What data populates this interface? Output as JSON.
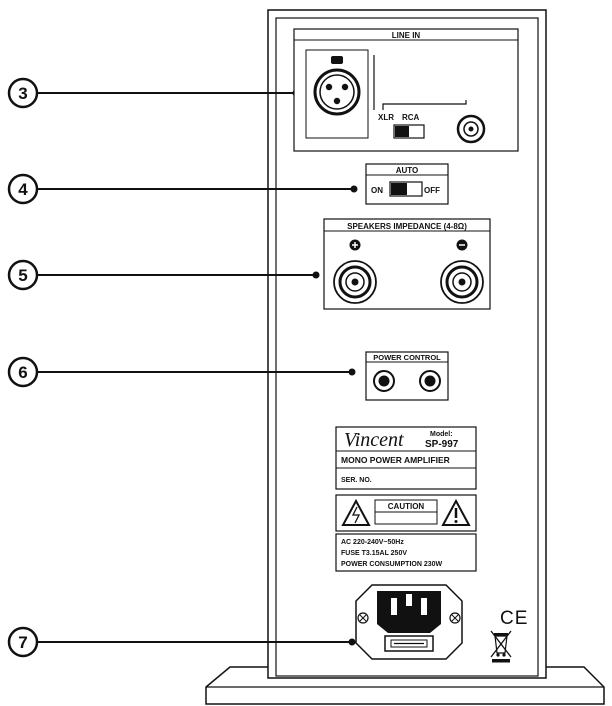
{
  "callouts": [
    "3",
    "4",
    "5",
    "6",
    "7"
  ],
  "line_in": {
    "title": "LINE IN",
    "xlr": "XLR",
    "rca": "RCA"
  },
  "auto": {
    "title": "AUTO",
    "on": "ON",
    "off": "OFF"
  },
  "speakers": {
    "title": "SPEAKERS IMPEDANCE (4-8Ω)",
    "plus": "+",
    "minus": "−"
  },
  "power_control": {
    "title": "POWER CONTROL"
  },
  "nameplate": {
    "brand": "Vincent",
    "model_label": "Model:",
    "model": "SP-997",
    "product": "MONO POWER AMPLIFIER",
    "serial_label": "SER. NO."
  },
  "caution": {
    "label": "CAUTION"
  },
  "specs": {
    "line1": "AC 220-240V~50Hz",
    "line2": "FUSE T3.15AL 250V",
    "line3": "POWER CONSUMPTION 230W"
  },
  "marks": {
    "ce": "CE"
  }
}
